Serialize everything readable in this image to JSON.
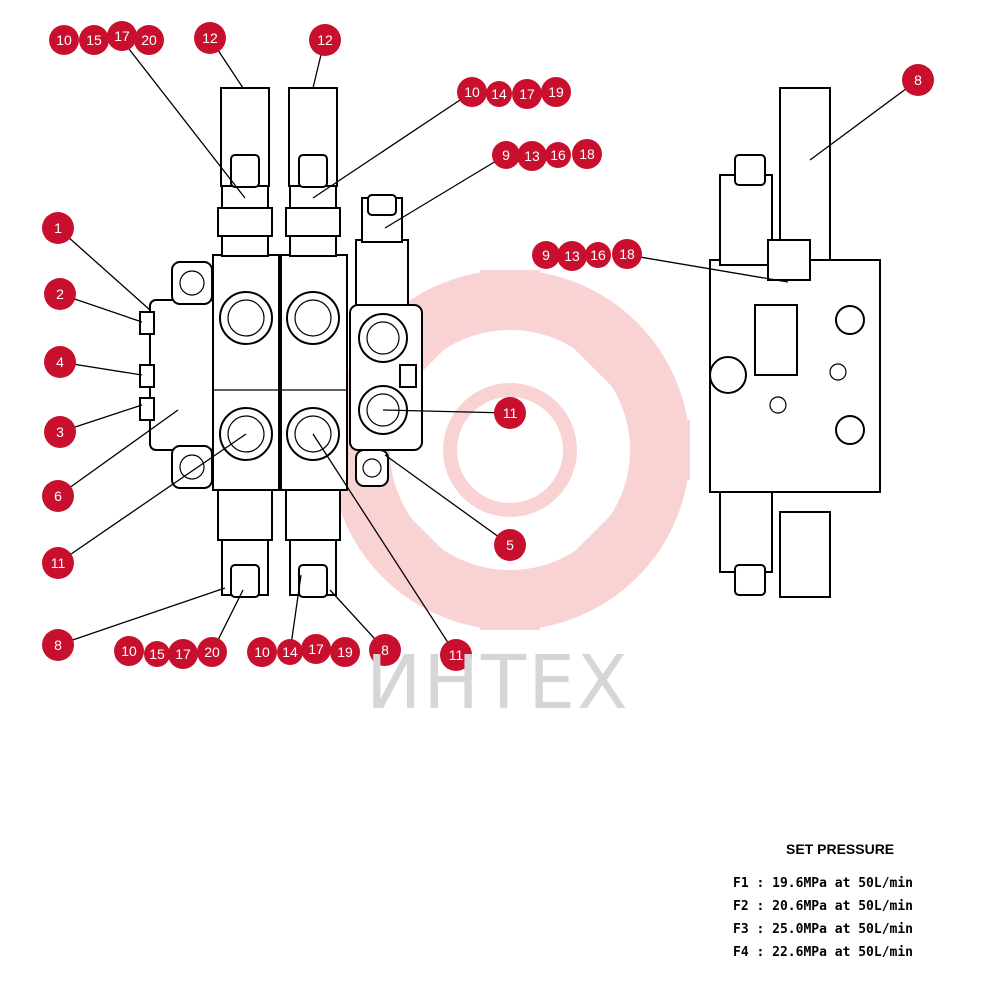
{
  "watermark": {
    "text": "ИНТЕХ"
  },
  "pressure_table": {
    "title": "SET PRESSURE",
    "rows": [
      "F1 : 19.6MPa  at  50L/min",
      "F2 : 20.6MPa  at  50L/min",
      "F3 : 25.0MPa  at  50L/min",
      "F4 : 22.6MPa  at  50L/min"
    ]
  },
  "callouts": {
    "c10a": "10",
    "c15a": "15",
    "c17a": "17",
    "c20a": "20",
    "c12a": "12",
    "c12b": "12",
    "c10b": "10",
    "c14b": "14",
    "c17b": "17",
    "c19b": "19",
    "c9a": "9",
    "c13a": "13",
    "c16a": "16",
    "c18a": "18",
    "c1": "1",
    "c2": "2",
    "c4": "4",
    "c3": "3",
    "c6": "6",
    "c11a": "11",
    "c11b": "11",
    "c11c": "11",
    "c5": "5",
    "c8a": "8",
    "c8b": "8",
    "c8c": "8",
    "c10c": "10",
    "c15c": "15",
    "c17c": "17",
    "c20c": "20",
    "c10d": "10",
    "c14d": "14",
    "c17d": "17",
    "c19d": "19",
    "c9b": "9",
    "c13b": "13",
    "c16b": "16",
    "c18b": "18"
  },
  "colors": {
    "callout": "#c8102e",
    "watermark": "#f2b8b8"
  }
}
